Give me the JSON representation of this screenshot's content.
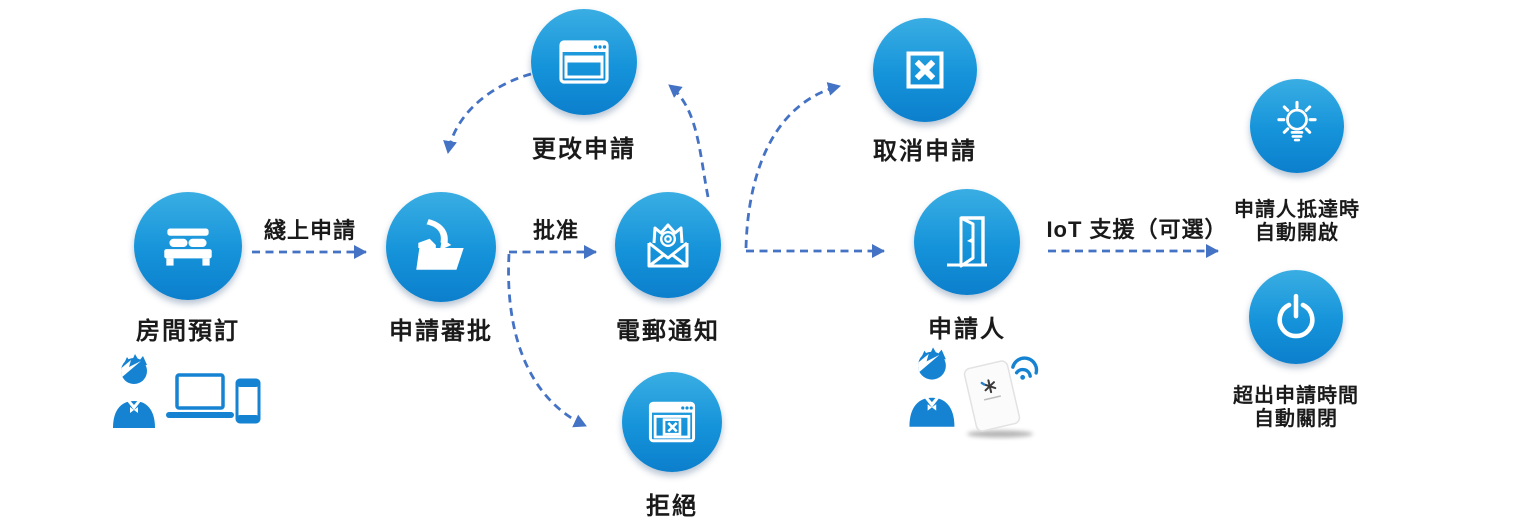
{
  "colors": {
    "node_gradient_top": "#3AAEE3",
    "node_gradient_bottom": "#0C7FCC",
    "arrow_blue": "#4472C4",
    "icon_white": "#FFFFFF",
    "person_blue": "#1583D2",
    "label_text": "#1A1A1A",
    "card_white": "#FBFBFB"
  },
  "nodes": {
    "room_booking": {
      "label": "房間預訂",
      "icon": "bed-icon"
    },
    "application_approval": {
      "label": "申請審批",
      "icon": "folder-inbox-icon"
    },
    "change_application": {
      "label": "更改申請",
      "icon": "browser-window-icon"
    },
    "email_notification": {
      "label": "電郵通知",
      "icon": "email-at-icon"
    },
    "reject": {
      "label": "拒絕",
      "icon": "browser-error-icon"
    },
    "cancel_application": {
      "label": "取消申請",
      "icon": "x-square-icon"
    },
    "applicant": {
      "label": "申請人",
      "icon": "open-door-icon"
    },
    "auto_open": {
      "label_line1": "申請人抵達時",
      "label_line2": "自動開啟",
      "icon": "lightbulb-icon"
    },
    "auto_close": {
      "label_line1": "超出申請時間",
      "label_line2": "自動關閉",
      "icon": "power-icon"
    }
  },
  "edges": {
    "online_application": {
      "label": "綫上申請"
    },
    "approve": {
      "label": "批准"
    },
    "iot_support": {
      "label": "IoT 支援（可選）"
    }
  },
  "decorations": {
    "booking_user": [
      "person-icon",
      "laptop-icon",
      "phone-icon"
    ],
    "applicant_user": [
      "person-icon",
      "access-card-icon",
      "wifi-icon"
    ]
  }
}
